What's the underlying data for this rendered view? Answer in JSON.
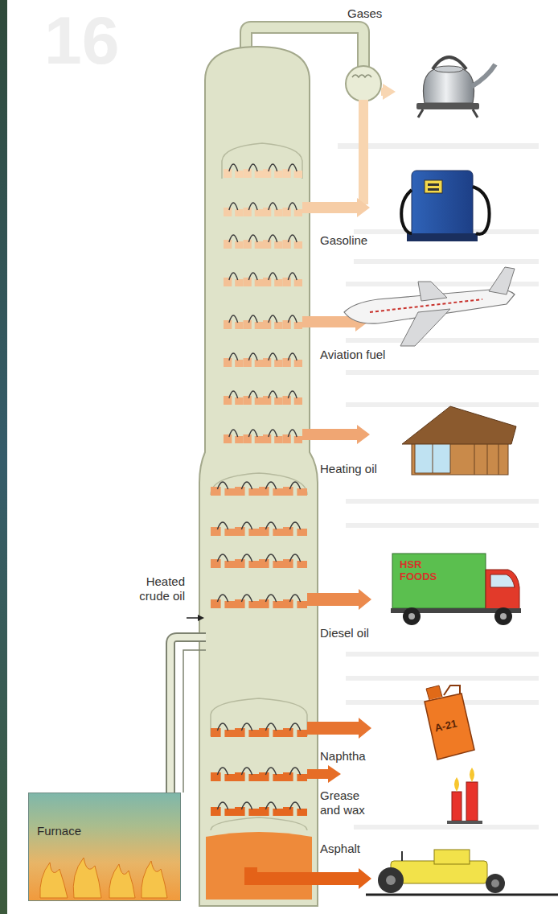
{
  "diagram": {
    "nodes": [
      {
        "text": [
          "Furnace"
        ]
      }
    ],
    "labels": [
      "16",
      "Gases",
      "Gasoline",
      "Aviation fuel",
      "Heating oil",
      "Heated crude oil",
      "Diesel oil",
      "Naphtha",
      "Grease and wax",
      "Asphalt",
      "HSR FOODS",
      "A-21"
    ]
  }
}
